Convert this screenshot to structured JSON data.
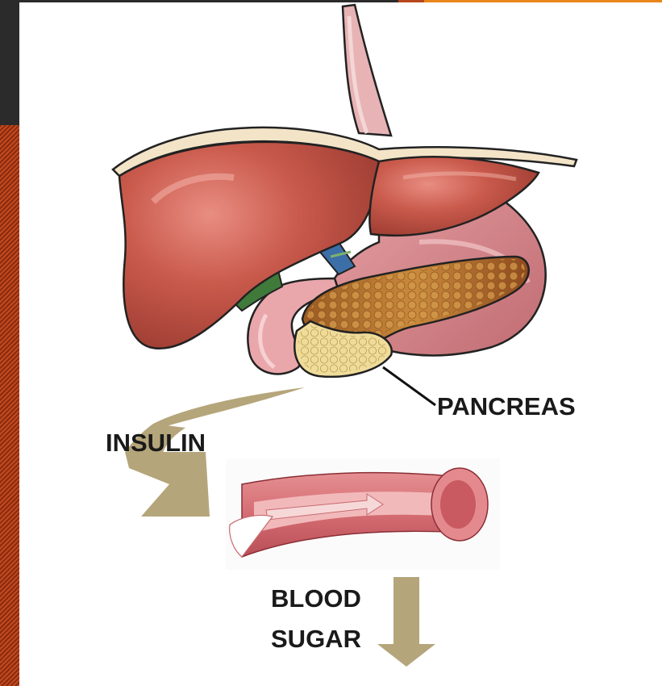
{
  "labels": {
    "pancreas": "PANCREAS",
    "insulin": "INSULIN",
    "blood": "BLOOD",
    "sugar": "SUGAR"
  },
  "colors": {
    "liver": "#c4574a",
    "liver_dark": "#9e3b32",
    "stomach": "#d4868c",
    "pancreas": "#c98a3c",
    "pancreas_head": "#e8d08a",
    "arrow": "#b5a57a",
    "vessel": "#d9757a",
    "gallbladder": "#3f7a3a"
  },
  "icons": [
    "insulin-curved-arrow",
    "blood-sugar-down-arrow"
  ]
}
